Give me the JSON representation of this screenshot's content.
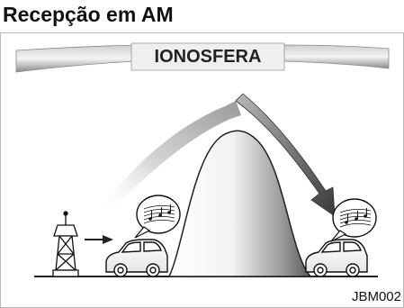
{
  "title": "Recepção em AM",
  "ionosphere_label": "IONOSFERA",
  "figure_code": "JBM002"
}
